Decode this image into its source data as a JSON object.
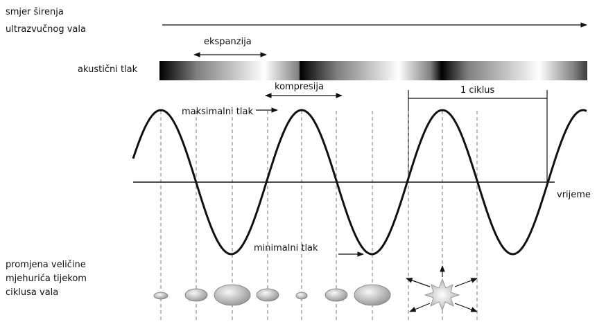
{
  "labels": {
    "direction_line1": "smjer širenja",
    "direction_line2": "ultrazvučnog vala",
    "expansion": "ekspanzija",
    "acoustic_pressure": "akustični tlak",
    "compression": "kompresija",
    "cycle": "1 ciklus",
    "max_pressure": "maksimalni tlak",
    "time": "vrijeme",
    "min_pressure": "minimalni tlak",
    "bubble_line1": "promjena veličine",
    "bubble_line2": "mjehurića tijekom",
    "bubble_line3": "ciklusa vala"
  },
  "colors": {
    "ink": "#111111",
    "dashes": "#777777",
    "bubble_light": "#f8f8f8",
    "bubble_dark": "#8c8c8c",
    "burst_light": "#ffffff",
    "burst_dark": "#a9a9a9"
  }
}
